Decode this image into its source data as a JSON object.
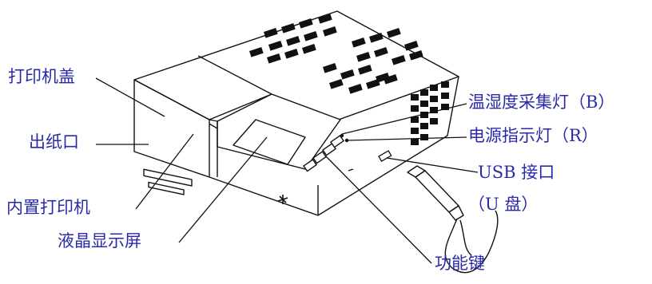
{
  "labels": {
    "printer_cover": "打印机盖",
    "paper_outlet": "出纸口",
    "builtin_printer": "内置打印机",
    "lcd_screen": "液晶显示屏",
    "temp_humidity_light": "温湿度采集灯（B）",
    "power_light": "电源指示灯（R）",
    "usb_port": "USB 接口",
    "u_disk": "（U 盘）",
    "function_keys": "功能键"
  },
  "colors": {
    "label_text": "#2a2aa8",
    "line": "#000000",
    "device_outline": "#111111"
  }
}
